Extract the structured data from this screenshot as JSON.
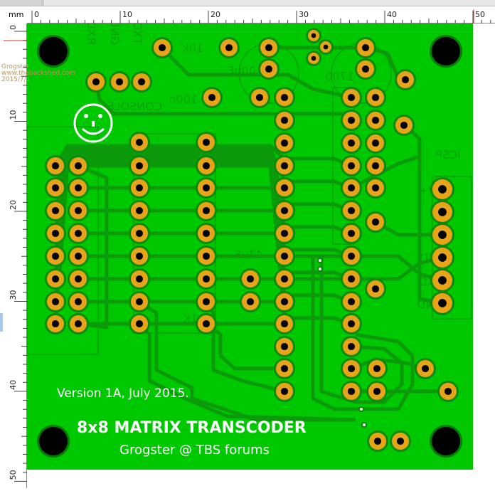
{
  "ruler": {
    "unit": "mm",
    "h_labels": [
      "0",
      "10",
      "20",
      "30",
      "40",
      "50"
    ],
    "v_labels": [
      "0",
      "10",
      "20",
      "30",
      "40",
      "50"
    ]
  },
  "watermark": {
    "line1": "Grogster",
    "line2": "www.thebackshed.com",
    "line3": "2015/7/1"
  },
  "board": {
    "version_text": "Version 1A, July 2015.",
    "title_text": "8x8 MATRIX TRANSCODER",
    "author_text": "Grogster @ TBS forums",
    "silkscreen": {
      "rxd": "RXD",
      "gnd": "GND",
      "txd": "TXD",
      "console": "CONSOLE",
      "r_10k": "10k",
      "c_100uf": "100uF",
      "c_100n": "100n",
      "reg": "1700",
      "icsp": "ICSP",
      "c_47uf": "47uF",
      "r_1k": "1K",
      "vplus": "V+",
      "ser_txd": "TXD",
      "ser_rxd": "RXD",
      "ser_gnd": "GND"
    }
  },
  "colors": {
    "board": "#00c800",
    "trace": "#0a9a0a",
    "pad": "#e8a418",
    "silk": "#ffffff",
    "ruler_marker": "#e03030"
  }
}
